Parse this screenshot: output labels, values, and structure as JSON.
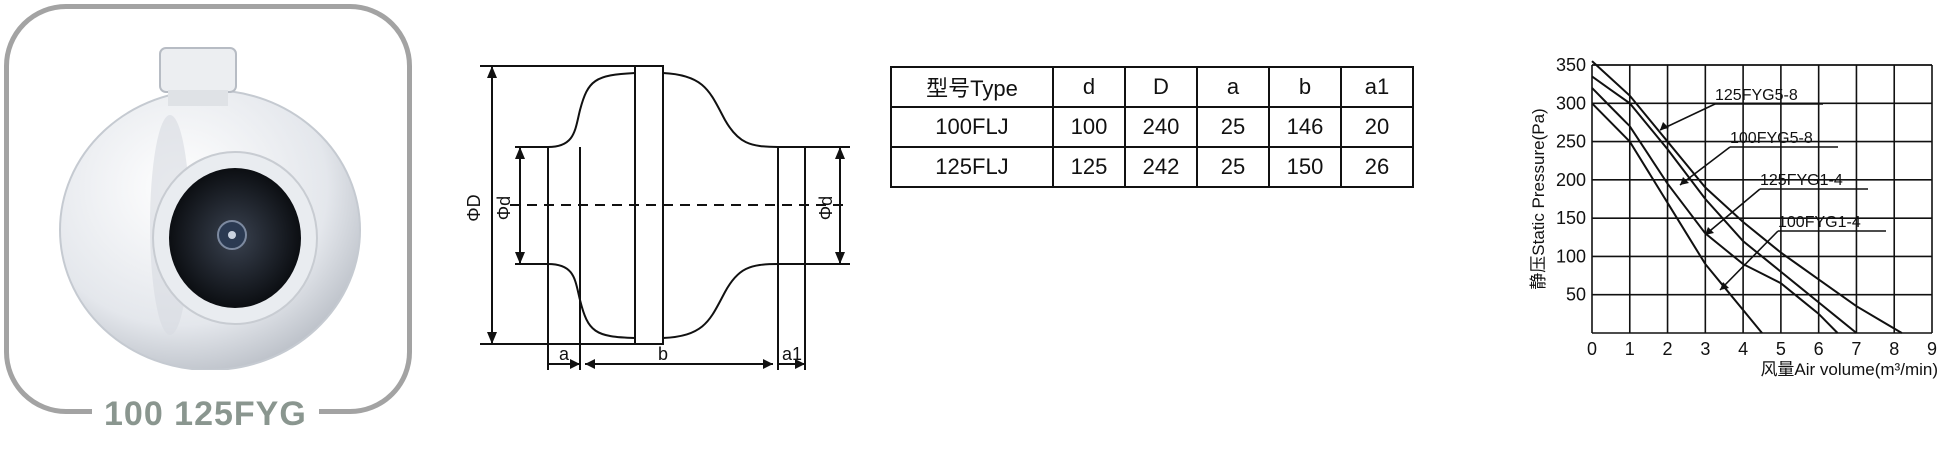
{
  "caption": "100 125FYG",
  "drawing": {
    "labels": {
      "D": "ΦD",
      "d_left": "Φd",
      "d_right": "Φd",
      "a": "a",
      "b": "b",
      "a1": "a1"
    }
  },
  "table": {
    "headers": [
      "型号Type",
      "d",
      "D",
      "a",
      "b",
      "a1"
    ],
    "rows": [
      [
        "100FLJ",
        "100",
        "240",
        "25",
        "146",
        "20"
      ],
      [
        "125FLJ",
        "125",
        "242",
        "25",
        "150",
        "26"
      ]
    ]
  },
  "chart_data": {
    "type": "line",
    "xlabel": "风量Air volume(m³/min)",
    "ylabel": "静压Static Pressure(Pa)",
    "xlim": [
      0,
      9
    ],
    "ylim": [
      0,
      350
    ],
    "xticks": [
      "0",
      "1",
      "2",
      "3",
      "4",
      "5",
      "6",
      "7",
      "8",
      "9"
    ],
    "yticks": [
      "50",
      "100",
      "150",
      "200",
      "250",
      "300",
      "350"
    ],
    "grid": true,
    "series": [
      {
        "name": "125FYG5-8",
        "x": [
          0,
          1,
          2,
          3,
          4,
          5,
          6,
          7,
          8.2
        ],
        "y": [
          355,
          310,
          250,
          190,
          145,
          105,
          70,
          35,
          0
        ]
      },
      {
        "name": "100FYG5-8",
        "x": [
          0,
          1,
          2,
          3,
          4,
          5,
          6,
          7
        ],
        "y": [
          335,
          300,
          240,
          175,
          120,
          80,
          40,
          0
        ]
      },
      {
        "name": "125FYG1-4",
        "x": [
          0,
          1,
          2,
          3,
          4,
          5,
          6,
          6.5
        ],
        "y": [
          320,
          270,
          195,
          130,
          90,
          65,
          25,
          0
        ]
      },
      {
        "name": "100FYG1-4",
        "x": [
          0,
          1,
          2,
          3,
          4,
          4.5
        ],
        "y": [
          300,
          250,
          170,
          90,
          30,
          0
        ]
      }
    ]
  }
}
